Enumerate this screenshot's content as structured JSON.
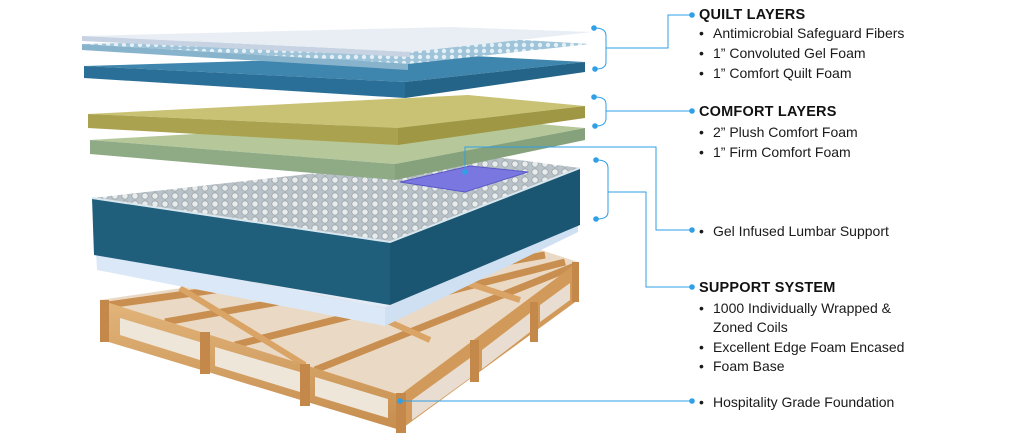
{
  "accent_color": "#2f9fe6",
  "groups": [
    {
      "title": "QUILT LAYERS",
      "items": [
        "Antimicrobial Safeguard Fibers",
        "1” Convoluted Gel Foam",
        "1” Comfort Quilt Foam"
      ]
    },
    {
      "title": "COMFORT LAYERS",
      "items": [
        "2” Plush Comfort Foam",
        "1” Firm Comfort Foam"
      ]
    },
    {
      "title": "",
      "items": [
        "Gel Infused Lumbar Support"
      ]
    },
    {
      "title": "SUPPORT SYSTEM",
      "items": [
        "1000 Individually Wrapped &",
        "Zoned Coils",
        "Excellent Edge Foam Encased",
        "Foam Base"
      ]
    },
    {
      "title": "",
      "items": [
        "Hospitality Grade Foundation"
      ]
    }
  ],
  "bullet": "•"
}
